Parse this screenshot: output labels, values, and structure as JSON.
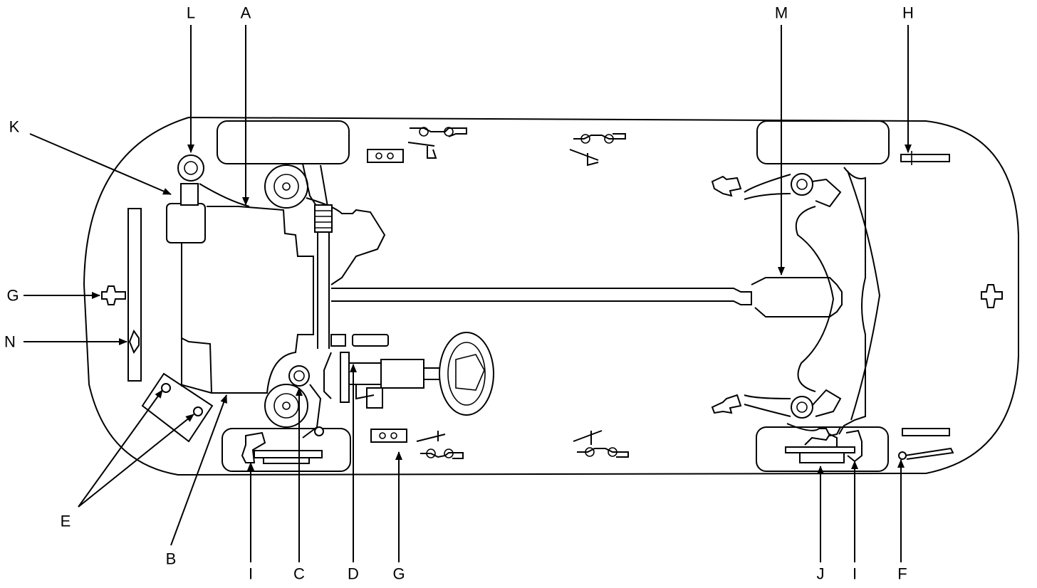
{
  "callouts": {
    "A": "A",
    "B": "B",
    "C": "C",
    "D": "D",
    "E": "E",
    "F": "F",
    "G_left": "G",
    "G_bottom": "G",
    "H": "H",
    "I_left": "I",
    "I_right": "I",
    "J": "J",
    "K": "K",
    "L": "L",
    "M": "M",
    "N": "N"
  },
  "colors": {
    "line": "#000000",
    "background": "#ffffff"
  }
}
